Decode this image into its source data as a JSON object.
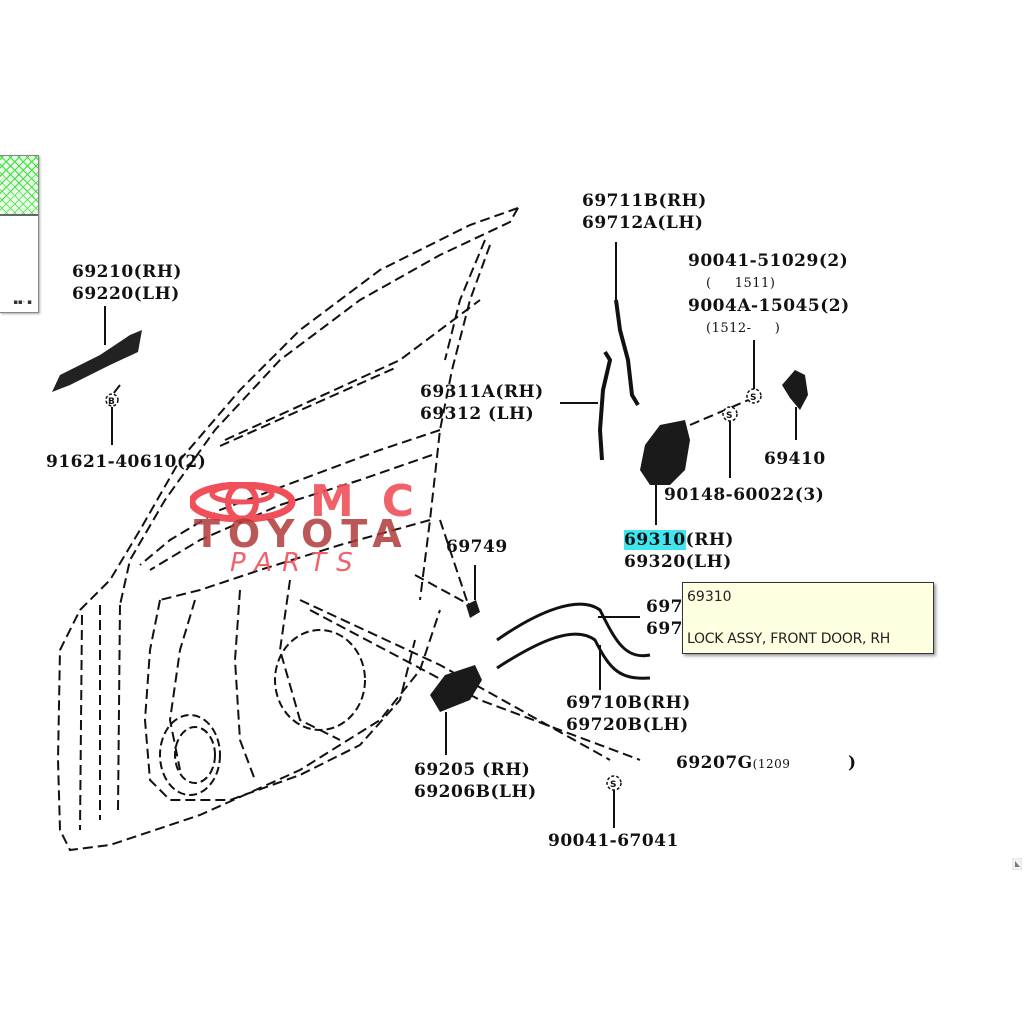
{
  "thumbnail": {
    "dots": "▪▪· ▪"
  },
  "labels": {
    "handle_rh": "69210(RH)",
    "handle_lh": "69220(LH)",
    "screw_handle": "91621-40610(2)",
    "rod_rh": "69711B(RH)",
    "rod_lh": "69712A(LH)",
    "bolt1": "90041-51029(2)",
    "bolt1_note": "(     1511)",
    "bolt2": "9004A-15045(2)",
    "bolt2_note": "(1512-     )",
    "weather_rh": "69311A(RH)",
    "weather_lh": "69312 (LH)",
    "striker": "69410",
    "lock_screw": "90148-60022(3)",
    "lock_rh_code": "69310",
    "lock_rh_suffix": "(RH)",
    "lock_lh": "69320(LH)",
    "clip": "69749",
    "cable_partial_1": "697",
    "cable_partial_2": "697",
    "cable_rh": "69710B(RH)",
    "cable_lh": "69720B(LH)",
    "inner_rh": "69205 (RH)",
    "inner_lh": "69206B(LH)",
    "cover": "69207G",
    "cover_note": "(1209",
    "cover_close": ")",
    "inner_screw": "90041-67041"
  },
  "tooltip": {
    "code": "69310",
    "description": "LOCK ASSY, FRONT DOOR, RH"
  },
  "watermark": {
    "line1": "MC",
    "line2": "TOYOTA",
    "line3": "PARTS",
    "color_bright": "#f0505a",
    "color_dark": "#b03a3a"
  },
  "colors": {
    "highlight": "#3fe6f0",
    "tooltip_bg": "#ffffe1",
    "thumb_grid": "#37e037"
  }
}
